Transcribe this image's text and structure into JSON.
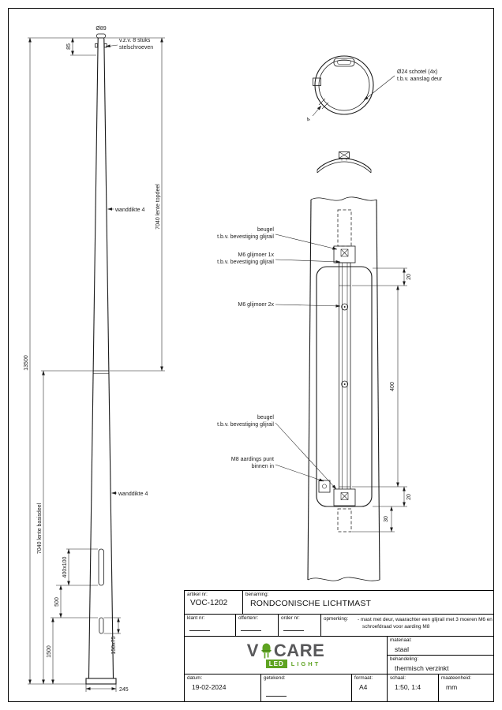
{
  "colors": {
    "line": "#1a1a1a",
    "brand_green": "#5ea321",
    "logo_gray": "#58585a"
  },
  "mast": {
    "dia_top": "Ø89",
    "dim_85": "85",
    "note_screws_1": "v.z.v. 8 stuks",
    "note_screws_2": "stelschroeven",
    "dim_top_section": "7040 lente topdeel",
    "note_wall_top": "wanddikte 4",
    "dim_total": "13500",
    "dim_base_section": "7040 lente basisdeel",
    "note_wall_base": "wanddikte 4",
    "dim_door": "400x100",
    "dim_500": "500",
    "dim_small_door": "150x75",
    "dim_1500": "1500",
    "dim_base": "245"
  },
  "top_detail": {
    "note_schotel_1": "Ø24 schotel (4x)",
    "note_schotel_2": "t.b.v. aanslag deur",
    "dim_wall": "4"
  },
  "door_detail": {
    "lbl_beugel_top_1": "beugel",
    "lbl_beugel_top_2": "t.b.v. bevestiging glijrail",
    "lbl_m6_1x_1": "M6 glijmoer 1x",
    "lbl_m6_1x_2": "t.b.v. bevestiging glijrail",
    "lbl_m6_2x": "M6 glijmoer 2x",
    "lbl_beugel_bot_1": "beugel",
    "lbl_beugel_bot_2": "t.b.v. bevestiging glijrail",
    "lbl_m8_1": "M8 aardings punt",
    "lbl_m8_2": "binnen in",
    "dim_20_top": "20",
    "dim_400": "400",
    "dim_20_bot": "20",
    "dim_30": "30"
  },
  "titleblock": {
    "artikel_label": "artikel nr:",
    "artikel_value": "VOC-1202",
    "benaming_label": "benaming:",
    "benaming_value": "RONDCONISCHE LICHTMAST",
    "klant_label": "klant nr:",
    "offerte_label": "offertenr:",
    "order_label": "order nr:",
    "opmerking_label": "opmerking:",
    "opmerking_line1": "- mast met deur, waarachter een glijrail met 3 moeren M6 en",
    "opmerking_line2": "schroefdraad voor aarding M8",
    "materiaal_label": "materiaal:",
    "materiaal_value": "staal",
    "behandeling_label": "behandeling:",
    "behandeling_value": "thermisch verzinkt",
    "datum_label": "datum:",
    "datum_value": "19-02-2024",
    "getekend_label": "getekend:",
    "formaat_label": "formaat:",
    "formaat_value": "A4",
    "schaal_label": "schaal:",
    "schaal_value": "1:50, 1:4",
    "maateenheid_label": "maateenheid:",
    "maateenheid_value": "mm"
  },
  "logo": {
    "part1": "V",
    "part2": "CARE",
    "led": "LED",
    "light": "LIGHT"
  }
}
